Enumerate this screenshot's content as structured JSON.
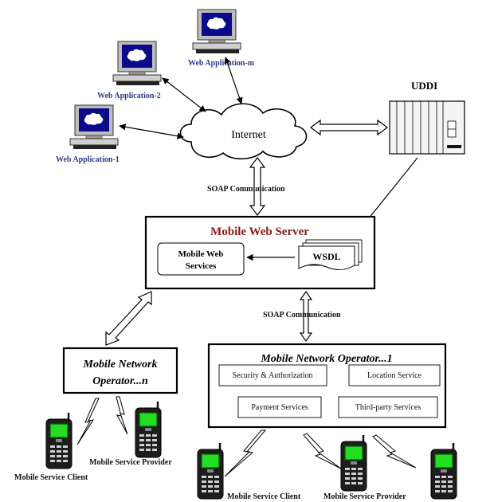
{
  "colors": {
    "server_title": "#8b1a1a",
    "app_label": "#2e3d86",
    "screen": "#0a0a8a",
    "phone_screen": "#22dd22"
  },
  "labels": {
    "web_app_m": "Web Application-m",
    "web_app_2": "Web Application-2",
    "web_app_1": "Web Application-1",
    "internet": "Internet",
    "uddi": "UDDI",
    "soap_top": "SOAP Communication",
    "server_title": "Mobile Web Server",
    "mws_line1": "Mobile Web",
    "mws_line2": "Services",
    "wsdl": "WSDL",
    "soap_bottom": "SOAP Communication",
    "mno_n_line1": "Mobile Network",
    "mno_n_line2": "Operator...n",
    "mno_1_title": "Mobile Network Operator...1",
    "svc_security": "Security & Authorization",
    "svc_location": "Location Service",
    "svc_payment": "Payment Services",
    "svc_third": "Third-party Services",
    "msp_left": "Mobile Service Provider",
    "msc_left": "Mobile Service Client",
    "msc_bottom": "Mobile Service Client",
    "msp_bottom": "Mobile Service Provider"
  }
}
